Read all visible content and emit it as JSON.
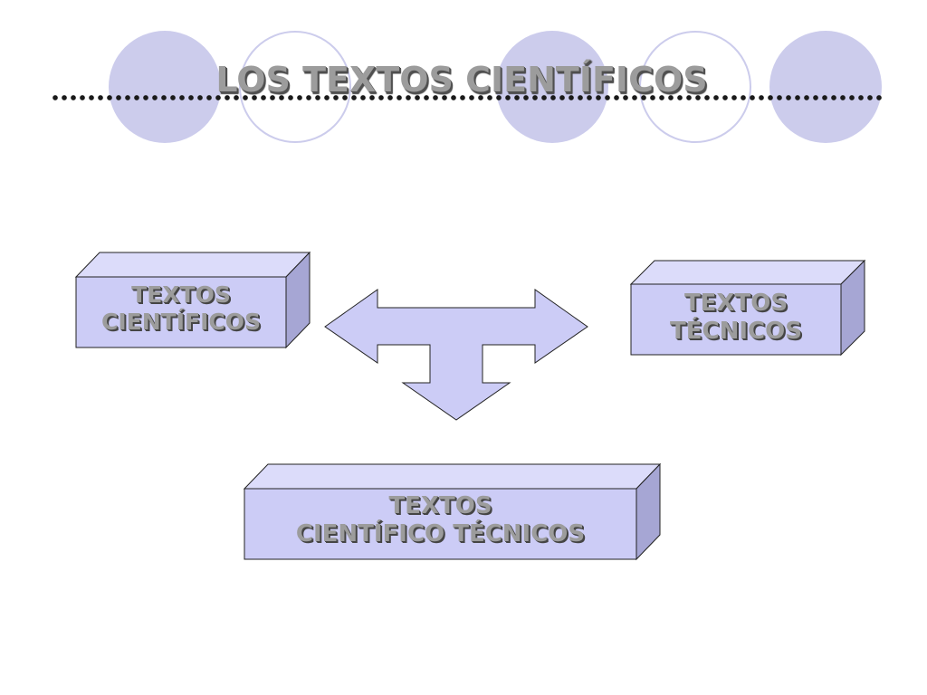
{
  "title": "LOS TEXTOS CIENTÍFICOS",
  "boxes": {
    "left": {
      "line1": "TEXTOS",
      "line2": "CIENTÍFICOS"
    },
    "right": {
      "line1": "TEXTOS",
      "line2": "TÉCNICOS"
    },
    "bottom": {
      "line1": "TEXTOS",
      "line2": "CIENTÍFICO TÉCNICOS"
    }
  },
  "colors": {
    "box_front": "#ccccf6",
    "box_top": "#dcdcfa",
    "box_side": "#a6a6d4",
    "arrow_fill": "#ccccf6",
    "decor_circle": "#ccccec",
    "title_text": "#9c9c9c"
  }
}
